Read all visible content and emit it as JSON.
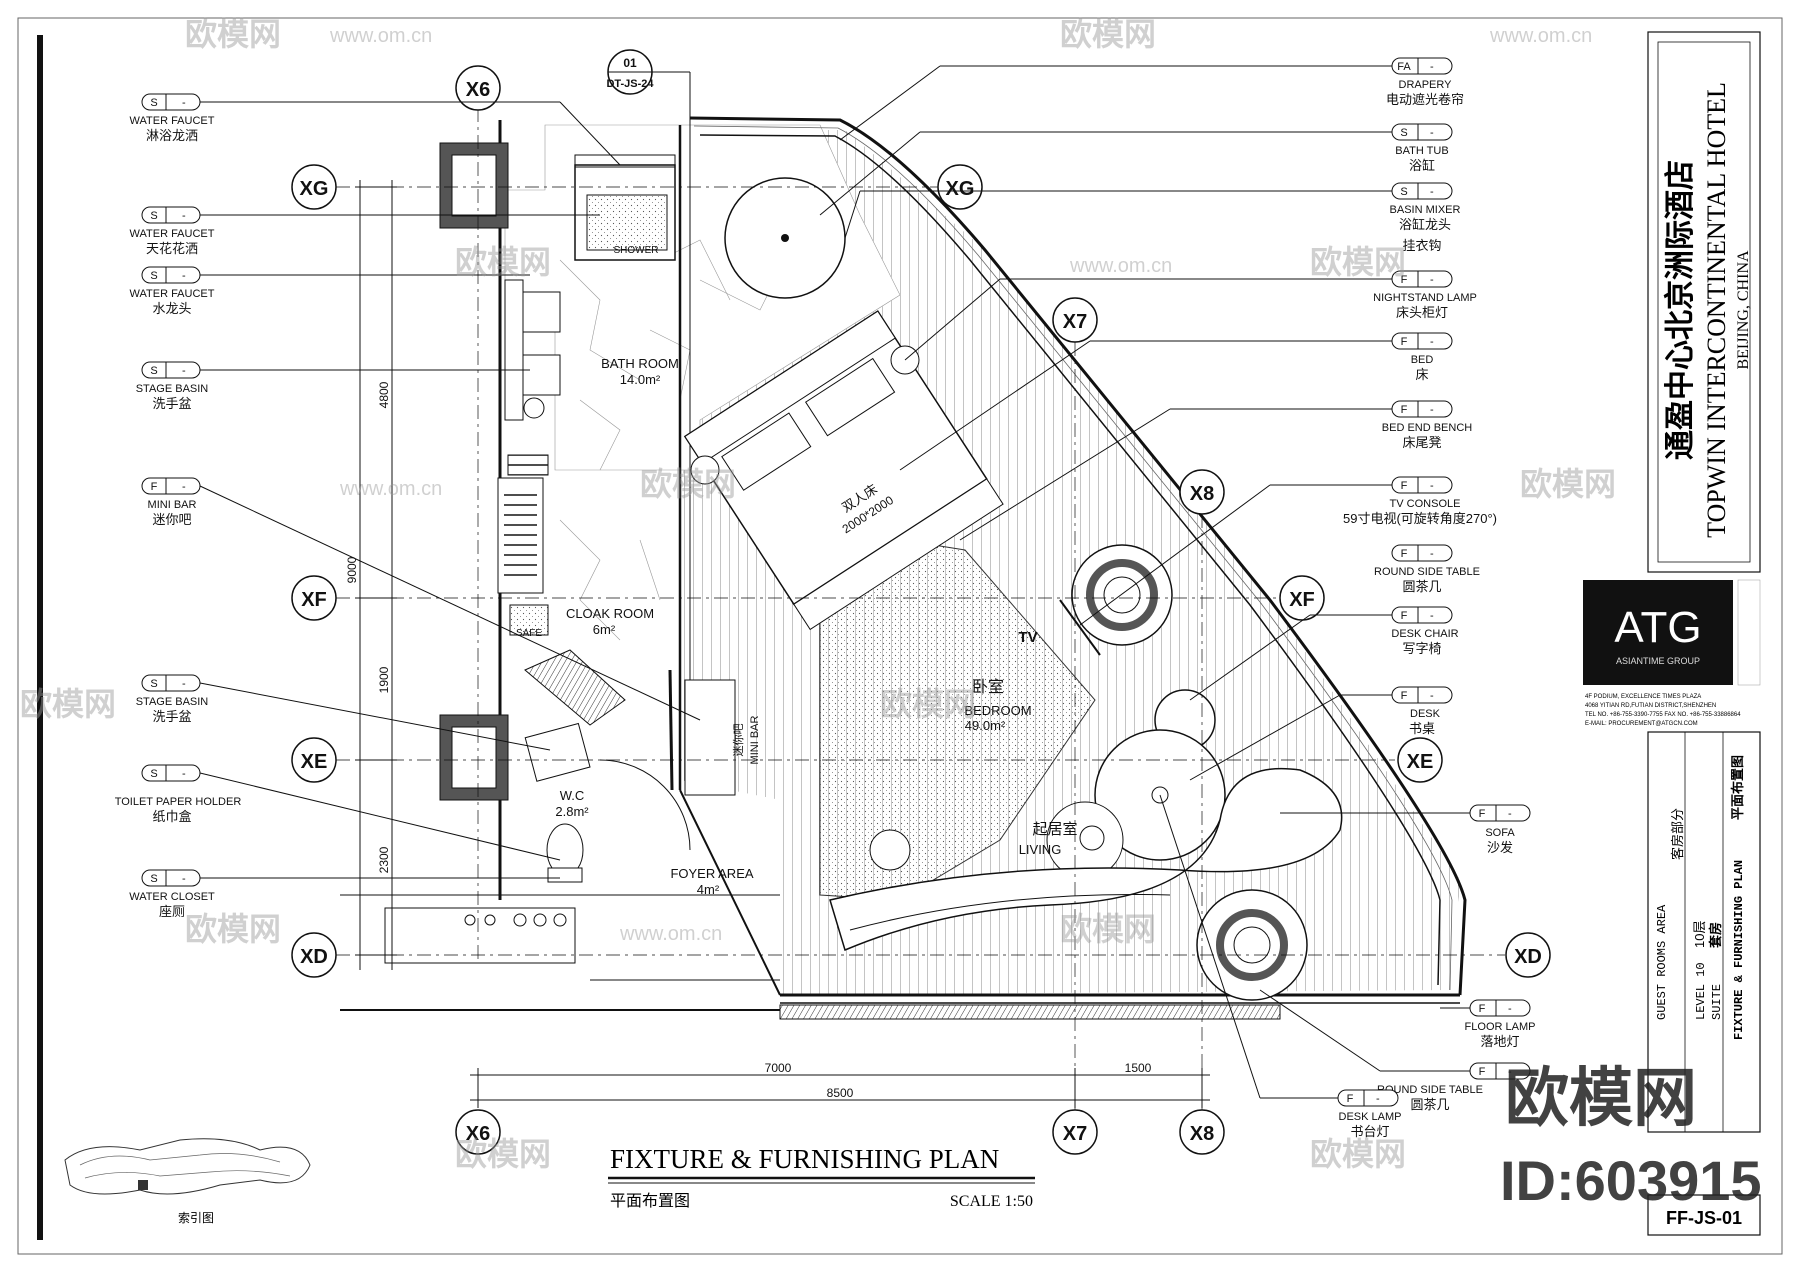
{
  "drawing": {
    "title": "FIXTURE & FURNISHING PLAN",
    "title_cn": "平面布置图",
    "scale": "SCALE 1:50",
    "key_plan_label": "索引图",
    "section_tag": {
      "num": "01",
      "ref": "DT-JS-24"
    }
  },
  "grid_labels": {
    "x6_top": "X6",
    "x7_top": "X7",
    "x8_top": "X8",
    "x6_bot": "X6",
    "x7_bot": "X7",
    "x8_bot": "X8",
    "xg_left": "XG",
    "xf_left": "XF",
    "xe_left": "XE",
    "xd_left": "XD",
    "xg_right": "XG",
    "xf_right": "XF",
    "xe_right": "XE",
    "xd_right": "XD"
  },
  "dimensions": {
    "h_7000": "7000",
    "h_1500": "1500",
    "h_8500": "8500",
    "v_4800": "4800",
    "v_9000": "9000",
    "v_1900": "1900",
    "v_2300": "2300"
  },
  "rooms": {
    "bath_en": "BATH ROOM",
    "bath_area": "14.0m²",
    "shower": "SHOWER",
    "cloak_en": "CLOAK ROOM",
    "cloak_area": "6m²",
    "safe": "SAFE",
    "wc_en": "W.C",
    "wc_area": "2.8m²",
    "foyer_en": "FOYER AREA",
    "foyer_area": "4m²",
    "bed_cn": "卧室",
    "bed_en": "BEDROOM",
    "bed_area": "49.0m²",
    "living_cn": "起居室",
    "living_en": "LIVING",
    "minibar_cn": "迷你吧",
    "minibar_en": "MINI BAR",
    "bed_cn_label": "双人床",
    "bed_size": "2000*2000",
    "tv": "TV"
  },
  "left_callouts": [
    {
      "code": "S",
      "en": "WATER FAUCET",
      "cn": "淋浴龙洒"
    },
    {
      "code": "S",
      "en": "WATER FAUCET",
      "cn": "天花花洒"
    },
    {
      "code": "S",
      "en": "WATER FAUCET",
      "cn": "水龙头"
    },
    {
      "code": "S",
      "en": "STAGE BASIN",
      "cn": "洗手盆"
    },
    {
      "code": "F",
      "en": "MINI BAR",
      "cn": "迷你吧"
    },
    {
      "code": "S",
      "en": "STAGE BASIN",
      "cn": "洗手盆"
    },
    {
      "code": "S",
      "en": "TOILET PAPER HOLDER",
      "cn": "纸巾盒"
    },
    {
      "code": "S",
      "en": "WATER CLOSET",
      "cn": "座厕"
    }
  ],
  "right_callouts": [
    {
      "code": "FA",
      "en": "DRAPERY",
      "cn": "电动遮光卷帘"
    },
    {
      "code": "S",
      "en": "BATH TUB",
      "cn": "浴缸"
    },
    {
      "code": "S",
      "en": "BASIN MIXER",
      "cn": "浴缸龙头"
    },
    {
      "code": "F",
      "en": "NIGHTSTAND LAMP",
      "cn": "床头柜灯"
    },
    {
      "code": "F",
      "en": "BED",
      "cn": "床"
    },
    {
      "code": "F",
      "en": "BED END BENCH",
      "cn": "床尾凳"
    },
    {
      "code": "F",
      "en": "TV CONSOLE",
      "cn": "59寸电视(可旋转角度270°)"
    },
    {
      "code": "F",
      "en": "ROUND SIDE TABLE",
      "cn": "圆茶几"
    },
    {
      "code": "F",
      "en": "DESK CHAIR",
      "cn": "写字椅"
    },
    {
      "code": "F",
      "en": "DESK",
      "cn": "书桌"
    },
    {
      "code": "F",
      "en": "SOFA",
      "cn": "沙发"
    },
    {
      "code": "F",
      "en": "FLOOR LAMP",
      "cn": "落地灯"
    },
    {
      "code": "F",
      "en": "ROUND SIDE TABLE",
      "cn": "圆茶几"
    },
    {
      "code": "F",
      "en": "DESK LAMP",
      "cn": "书台灯"
    }
  ],
  "extra_labels": {
    "hanger": "挂衣钩"
  },
  "title_block": {
    "project_cn": "通盈中心北京洲际酒店",
    "project_en": "TOPWIN INTERCONTINENTAL HOTEL",
    "location": "BEIJING, CHINA",
    "company": "ATG",
    "company_sub": "ASIANTIME GROUP",
    "address1": "4F PODIUM, EXCELLENCE TIMES PLAZA",
    "address2": "4068 YITIAN RD,FUTIAN DISTRICT,SHENZHEN",
    "tel": "TEL NO. +86-755-3390-7755   FAX NO. +86-755-33886864",
    "email": "E-MAIL: PROCUREMENT@ATGCN.COM",
    "area_en": "GUEST ROOMS AREA",
    "area_cn": "客房部分",
    "level_en": "LEVEL 10",
    "level_cn": "10层",
    "suite_en": "SUITE",
    "suite_cn": "套房",
    "plan_en": "FIXTURE & FURNISHING PLAN",
    "plan_cn": "平面布置图",
    "sheet_no": "FF-JS-01"
  },
  "watermarks": {
    "brand": "欧模网",
    "url": "www.om.cn",
    "big_brand": "欧模网",
    "id": "ID:603915"
  }
}
